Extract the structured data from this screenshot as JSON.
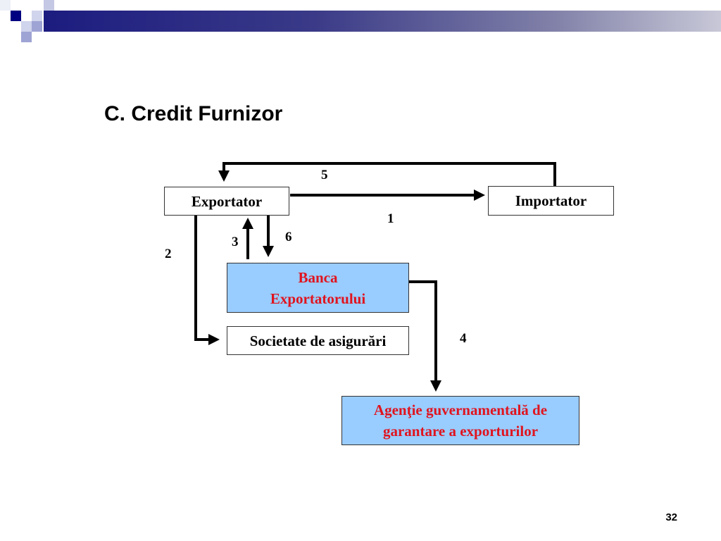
{
  "title": "C. Credit Furnizor",
  "nodes": {
    "exportator": "Exportator",
    "importator": "Importator",
    "banca": [
      "Banca",
      "Exportatorului"
    ],
    "societate": "Societate de asigurări",
    "agentie": [
      "Agenţie guvernamentală de",
      "garantare a exporturilor"
    ]
  },
  "steps": {
    "s1": "1",
    "s2": "2",
    "s3": "3",
    "s4": "4",
    "s5": "5",
    "s6": "6"
  },
  "page_number": "32",
  "colors": {
    "accent_box": "#99ccff",
    "accent_text": "#e0141e",
    "header_bar": "#1c1c80"
  }
}
